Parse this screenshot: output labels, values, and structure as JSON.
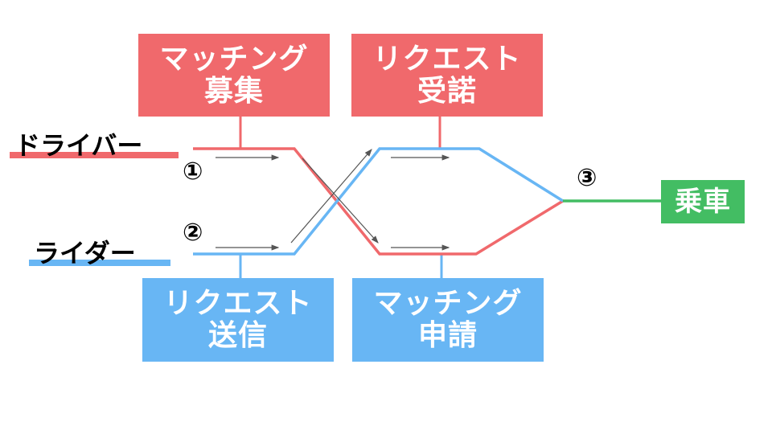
{
  "actors": {
    "driver": "ドライバー",
    "rider": "ライダー"
  },
  "boxes": {
    "matching_recruit": [
      "マッチング",
      "募集"
    ],
    "request_accept": [
      "リクエスト",
      "受諾"
    ],
    "request_send": [
      "リクエスト",
      "送信"
    ],
    "matching_apply": [
      "マッチング",
      "申請"
    ],
    "ride": "乗車"
  },
  "steps": {
    "one": "①",
    "two": "②",
    "three": "③"
  },
  "colors": {
    "driver": "#f0696c",
    "rider": "#68b6f4",
    "ride": "#43bd63",
    "arrow": "#555555"
  }
}
